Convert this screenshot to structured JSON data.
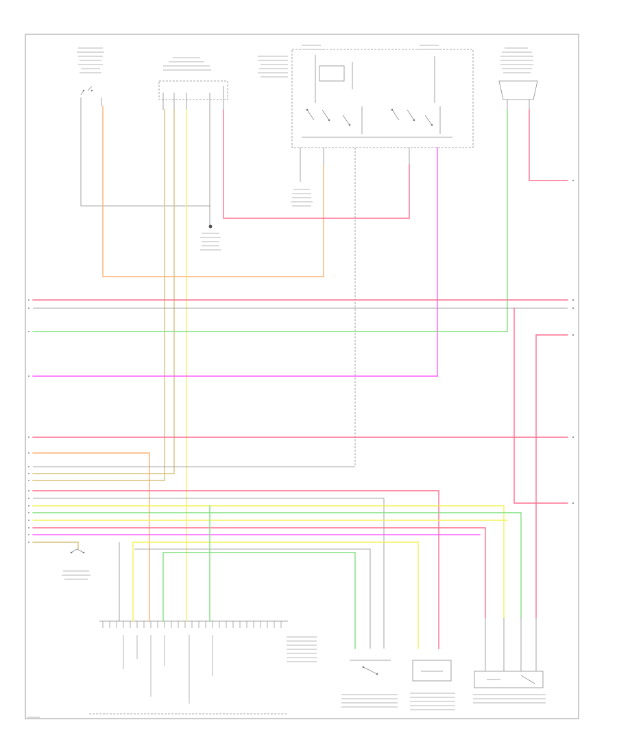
{
  "diagram": {
    "colors": {
      "frame": "#9a9a9a",
      "gray": "#8a8a8a",
      "pink": "#ff6f8e",
      "orange": "#ffb070",
      "green": "#7fe07f",
      "magenta": "#ff5cff",
      "yellow": "#f3f35a",
      "tan": "#d9c07a",
      "light_gray": "#c8c8c8"
    },
    "components": [
      {
        "id": "left-switch",
        "label": "",
        "icon": "switch-icon"
      },
      {
        "id": "upper-center-module",
        "label": "",
        "icon": "connector-icon"
      },
      {
        "id": "relay-box",
        "label": "",
        "icon": "relay-icon"
      },
      {
        "id": "right-top-module",
        "label": "",
        "icon": "connector-icon"
      },
      {
        "id": "bottom-left-switch",
        "label": "",
        "icon": "switch-icon"
      },
      {
        "id": "control-module-connector",
        "label": "",
        "icon": "connector-icon"
      },
      {
        "id": "bottom-sensor-1",
        "label": "",
        "icon": "sensor-icon"
      },
      {
        "id": "bottom-sensor-2",
        "label": "",
        "icon": "sensor-icon"
      },
      {
        "id": "bottom-sensor-3",
        "label": "",
        "icon": "sensor-icon"
      }
    ],
    "wires": [
      {
        "id": "bus-pink-top",
        "color": "pink"
      },
      {
        "id": "bus-gray-top",
        "color": "gray"
      },
      {
        "id": "bus-green",
        "color": "green"
      },
      {
        "id": "bus-magenta",
        "color": "magenta"
      },
      {
        "id": "bus-pink-mid",
        "color": "pink"
      },
      {
        "id": "bus-orange",
        "color": "orange"
      },
      {
        "id": "bus-tan",
        "color": "tan"
      },
      {
        "id": "bus-yellow",
        "color": "yellow"
      },
      {
        "id": "bus-green-low",
        "color": "green"
      }
    ],
    "footer_code": ""
  }
}
